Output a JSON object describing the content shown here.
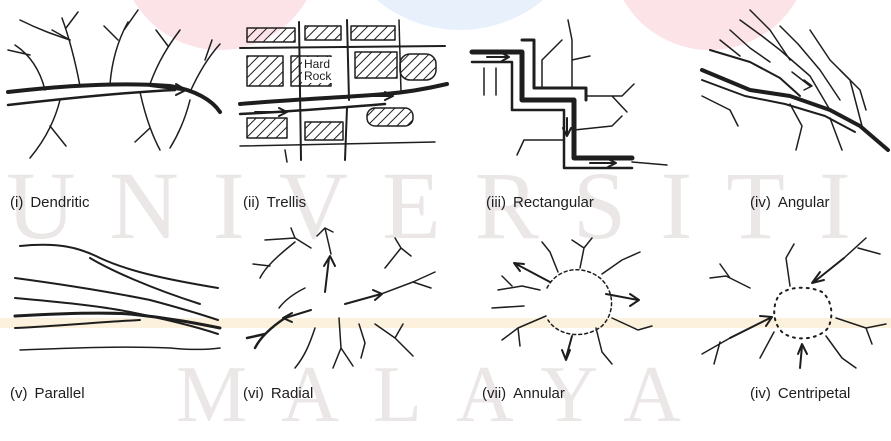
{
  "watermark": {
    "line1": "UNIVERSITI",
    "line2": "MALAYA",
    "colors": {
      "text": "#ece7e7",
      "pink": "#fbe3e7",
      "blue": "#e8f0fb",
      "gold": "#fbf1dc"
    }
  },
  "panels": [
    {
      "id": "dendritic",
      "number": "(i)",
      "label": "Dendritic"
    },
    {
      "id": "trellis",
      "number": "(ii)",
      "label": "Trellis",
      "inner_label_1": "Hard",
      "inner_label_2": "Rock"
    },
    {
      "id": "rectangular",
      "number": "(iii)",
      "label": "Rectangular"
    },
    {
      "id": "angular",
      "number": "(iv)",
      "label": "Angular"
    },
    {
      "id": "parallel",
      "number": "(v)",
      "label": "Parallel"
    },
    {
      "id": "radial",
      "number": "(vi)",
      "label": "Radial"
    },
    {
      "id": "annular",
      "number": "(vii)",
      "label": "Annular"
    },
    {
      "id": "centripetal",
      "number": "(iv)",
      "label": "Centripetal"
    }
  ],
  "style": {
    "ink": "#1e1e1e"
  }
}
